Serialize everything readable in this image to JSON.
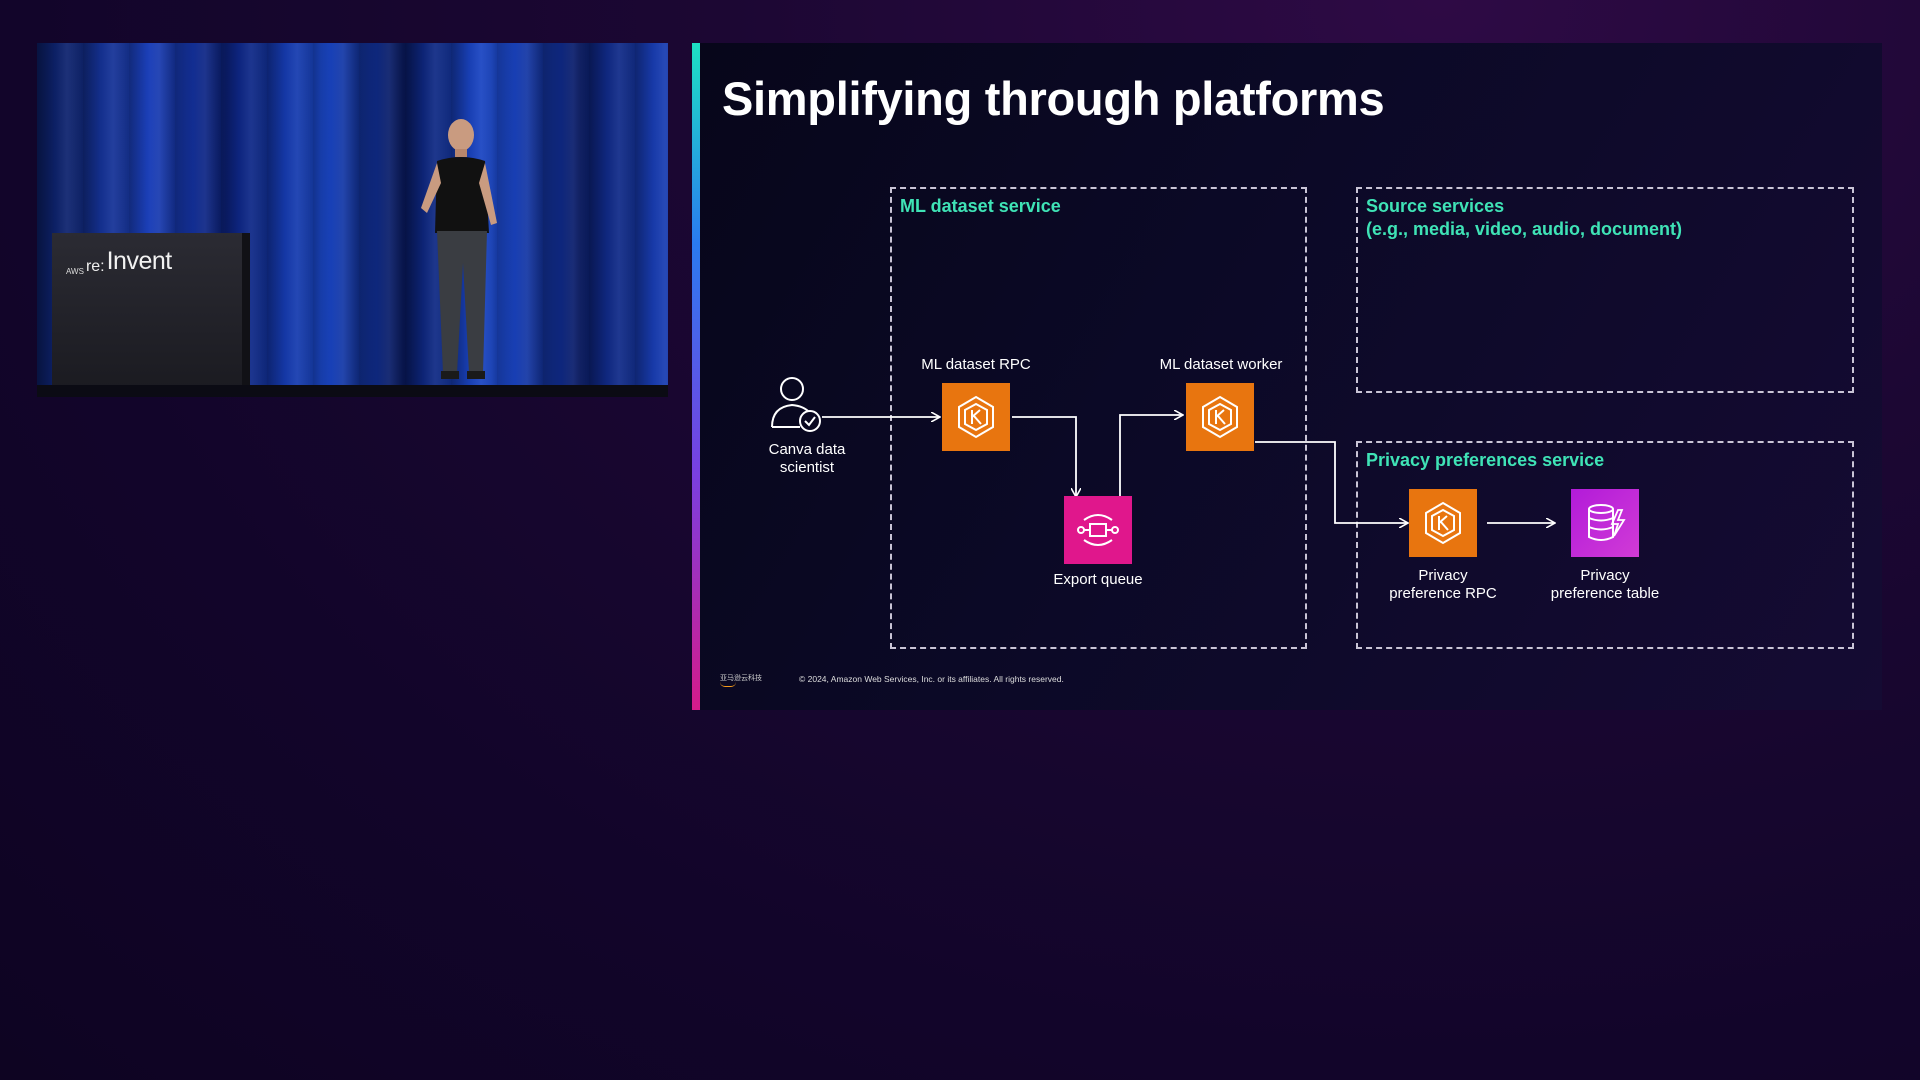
{
  "video": {
    "podium_logo": {
      "aws": "AWS",
      "re": "re:",
      "invent": "Invent"
    }
  },
  "slide": {
    "title": "Simplifying through platforms",
    "groups": {
      "ml_dataset_service": "ML dataset service",
      "source_services": "Source services\n(e.g., media, video, audio, document)",
      "privacy_preferences_service": "Privacy preferences service"
    },
    "nodes": {
      "data_scientist": "Canva data\nscientist",
      "ml_dataset_rpc": "ML dataset RPC",
      "ml_dataset_worker": "ML dataset worker",
      "export_queue": "Export queue",
      "privacy_preference_rpc": "Privacy\npreference RPC",
      "privacy_preference_table": "Privacy\npreference table"
    },
    "footer": {
      "logo_text": "亚马逊云科技",
      "copyright": "© 2024, Amazon Web Services, Inc. or its affiliates. All rights reserved."
    },
    "colors": {
      "accent_green": "#3fe3b6",
      "eks_orange": "#e8750f",
      "sqs_pink": "#e0178c",
      "dynamodb_magenta": "#c12bd8"
    },
    "icons": [
      "user-check-icon",
      "eks-icon",
      "sqs-icon",
      "dynamodb-icon"
    ]
  }
}
